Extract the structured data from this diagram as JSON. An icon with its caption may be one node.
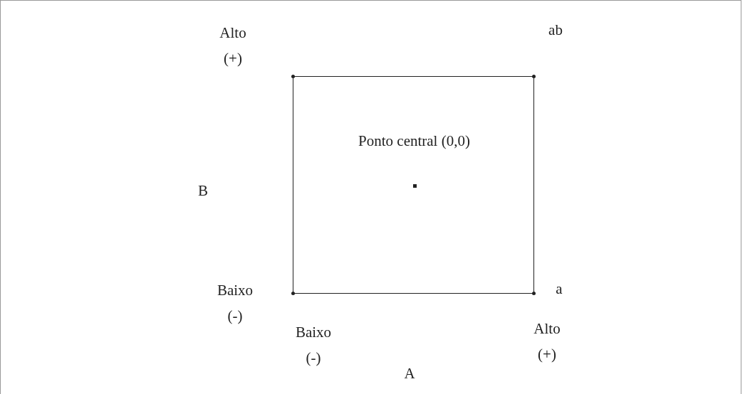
{
  "diagram": {
    "nodes": [
      {
        "text": [
          "Ponto central (0,0)"
        ]
      }
    ],
    "labels": [
      "Alto (+)",
      "ab",
      "B",
      "Baixo (-)",
      "a",
      "Baixo (-)",
      "Alto (+)",
      "A"
    ]
  }
}
